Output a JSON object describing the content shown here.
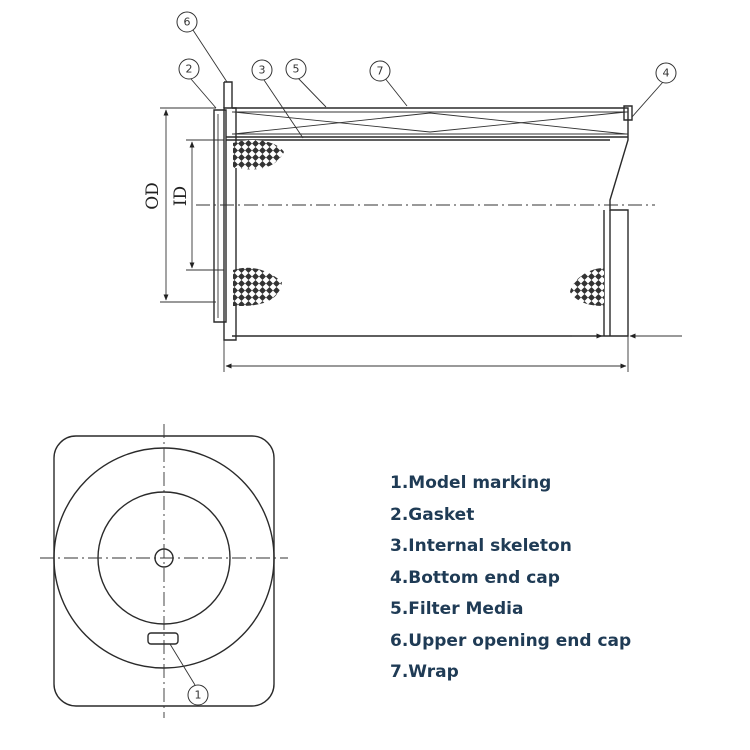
{
  "dimensions": {
    "od_label": "OD",
    "id_label": "ID"
  },
  "callouts": {
    "model_marking": "1",
    "gasket": "2",
    "internal_skeleton": "3",
    "bottom_end_cap": "4",
    "filter_media": "5",
    "upper_opening_end_cap": "6",
    "wrap": "7"
  },
  "legend": [
    "1.Model marking",
    "2.Gasket",
    "3.Internal skeleton",
    "4.Bottom end cap",
    "5.Filter Media",
    "6.Upper opening end cap",
    "7.Wrap"
  ],
  "colors": {
    "legend_text": "#1f3b55",
    "line": "#2a2a2a"
  }
}
